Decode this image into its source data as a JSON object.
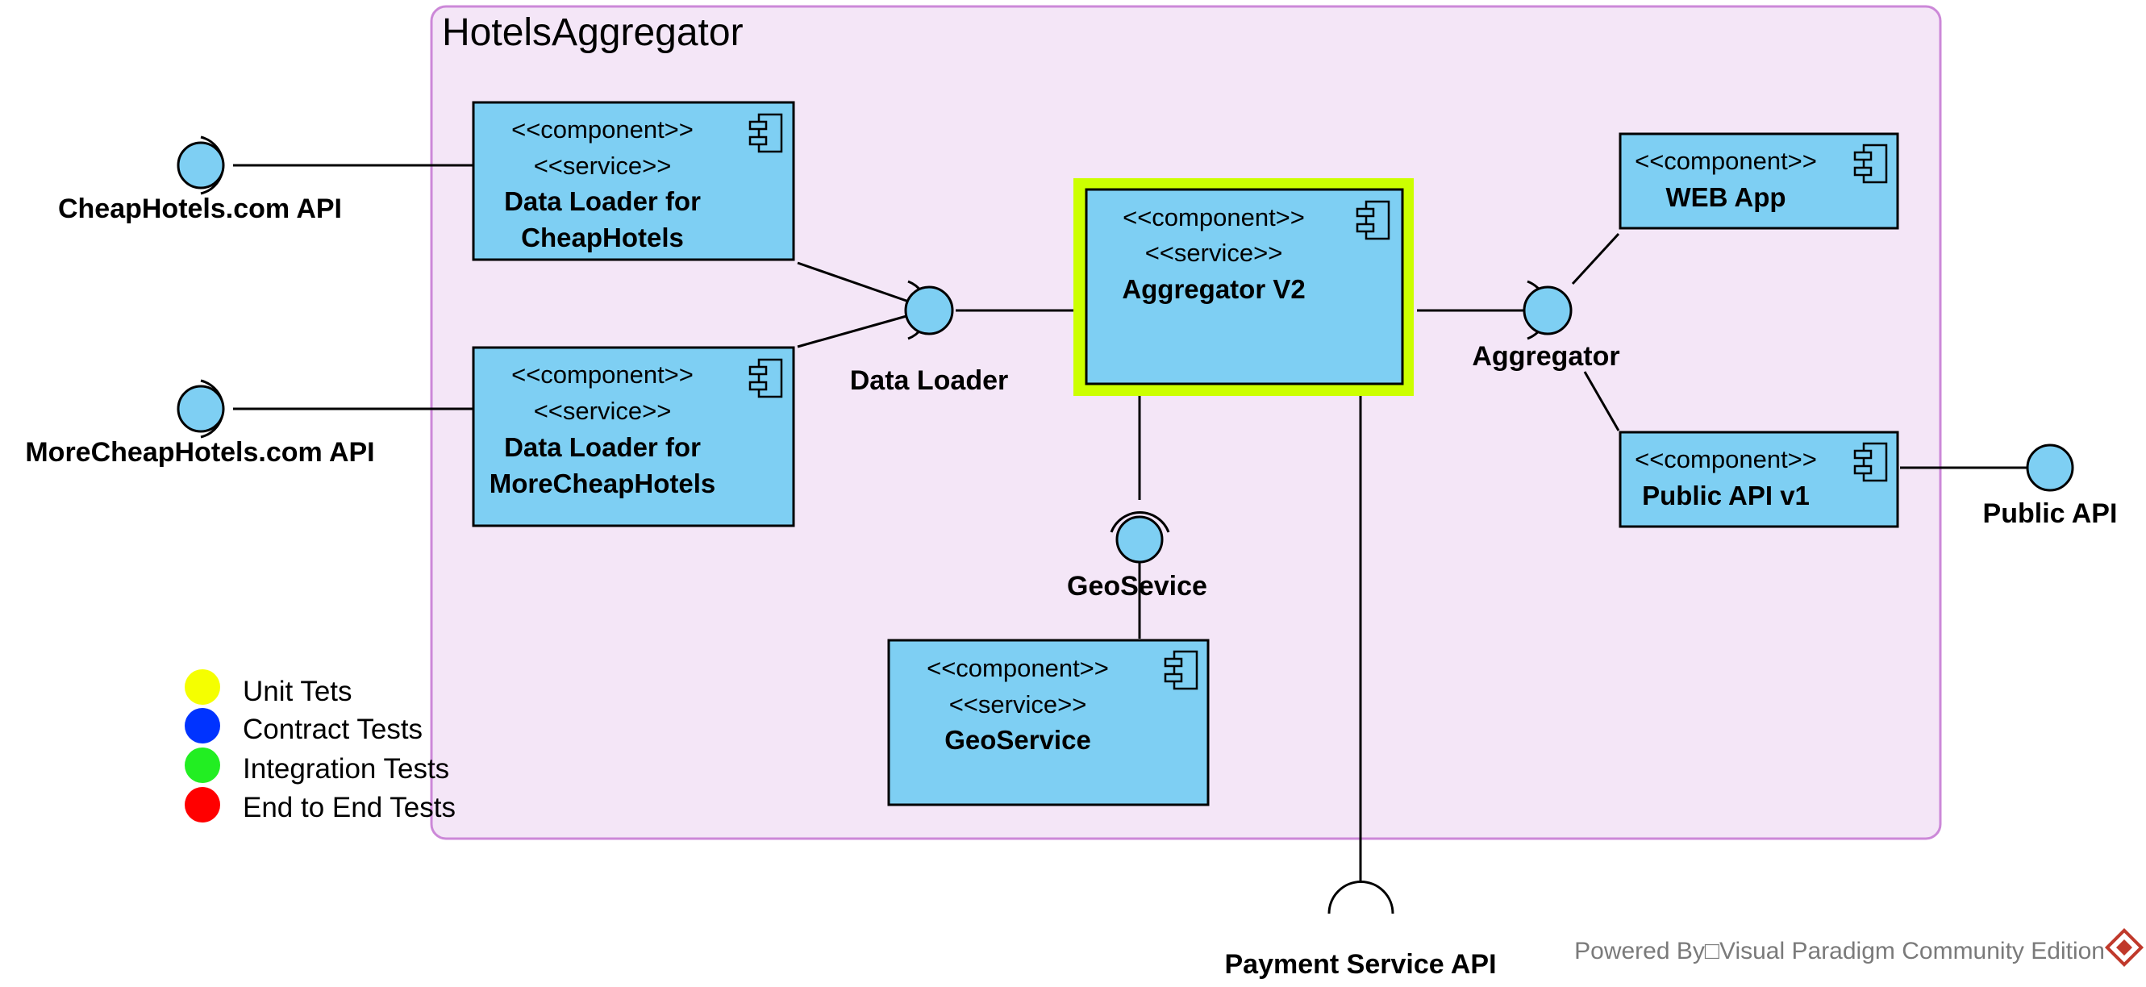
{
  "system": {
    "title": "HotelsAggregator"
  },
  "components": {
    "loader_cheap": {
      "stereotype1": "<<component>>",
      "stereotype2": "<<service>>",
      "name1": "Data Loader for",
      "name2": "CheapHotels"
    },
    "loader_morecheap": {
      "stereotype1": "<<component>>",
      "stereotype2": "<<service>>",
      "name1": "Data Loader for",
      "name2": "MoreCheapHotels"
    },
    "aggregator": {
      "stereotype1": "<<component>>",
      "stereotype2": "<<service>>",
      "name": "Aggregator V2"
    },
    "webapp": {
      "stereotype1": "<<component>>",
      "name": "WEB App"
    },
    "publicapi": {
      "stereotype1": "<<component>>",
      "name": "Public API v1"
    },
    "geoservice": {
      "stereotype1": "<<component>>",
      "stereotype2": "<<service>>",
      "name": "GeoService"
    }
  },
  "interfaces": {
    "cheaphotels_api": "CheapHotels.com API",
    "morecheaphotels_api": "MoreCheapHotels.com API",
    "data_loader": "Data Loader",
    "aggregator": "Aggregator",
    "public_api": "Public API",
    "geoservice": "GeoSevice",
    "payment_api": "Payment Service API"
  },
  "legend": [
    {
      "label": "Unit Tets",
      "color": "#f5ff00"
    },
    {
      "label": "Contract Tests",
      "color": "#0033ff"
    },
    {
      "label": "Integration Tests",
      "color": "#22ee22"
    },
    {
      "label": "End to End Tests",
      "color": "#ff0000"
    }
  ],
  "colors": {
    "component_fill": "#7ecff3",
    "system_fill": "#f4e6f7",
    "system_border": "#cc88d8",
    "highlight_unit_test": "#ccff00"
  },
  "footer": {
    "text": "Powered By□Visual Paradigm Community Edition"
  }
}
